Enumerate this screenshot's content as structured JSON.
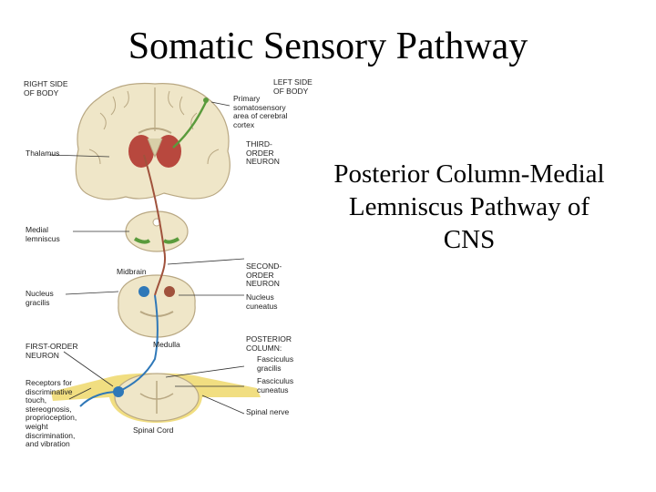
{
  "slide": {
    "title": "Somatic Sensory Pathway",
    "subtitle_lines": [
      "Posterior Column-Medial",
      "Lemniscus Pathway of",
      "CNS"
    ]
  },
  "diagram": {
    "labels": {
      "right_side": "RIGHT SIDE\nOF BODY",
      "left_side": "LEFT SIDE\nOF BODY",
      "primary_cortex": "Primary\nsomatosensory\narea of cerebral\ncortex",
      "thalamus": "Thalamus",
      "third_order": "THIRD-\nORDER\nNEURON",
      "medial_lemniscus": "Medial\nlemniscus",
      "midbrain": "Midbrain",
      "second_order": "SECOND-\nORDER\nNEURON",
      "nucleus_gracilis": "Nucleus\ngracilis",
      "nucleus_cuneatus": "Nucleus\ncuneatus",
      "first_order": "FIRST-ORDER\nNEURON",
      "medulla": "Medulla",
      "posterior_column": "POSTERIOR\nCOLUMN:",
      "fasciculus_gracilis": "Fasciculus\ngracilis",
      "fasciculus_cuneatus": "Fasciculus\ncuneatus",
      "receptors": "Receptors for\ndiscriminative\ntouch,\nstereognosis,\nproprioception,\nweight\ndiscrimination,\nand vibration",
      "spinal_nerve": "Spinal nerve",
      "spinal_cord": "Spinal Cord"
    },
    "colors": {
      "tissue": "#efe6c8",
      "tissue_outline": "#b9a883",
      "thalamus": "#b8483e",
      "first_order_neuron": "#2f78b8",
      "second_order_neuron": "#a0523c",
      "third_order_neuron": "#5a9b3c",
      "spinal_nerve": "#e6c21a"
    }
  }
}
